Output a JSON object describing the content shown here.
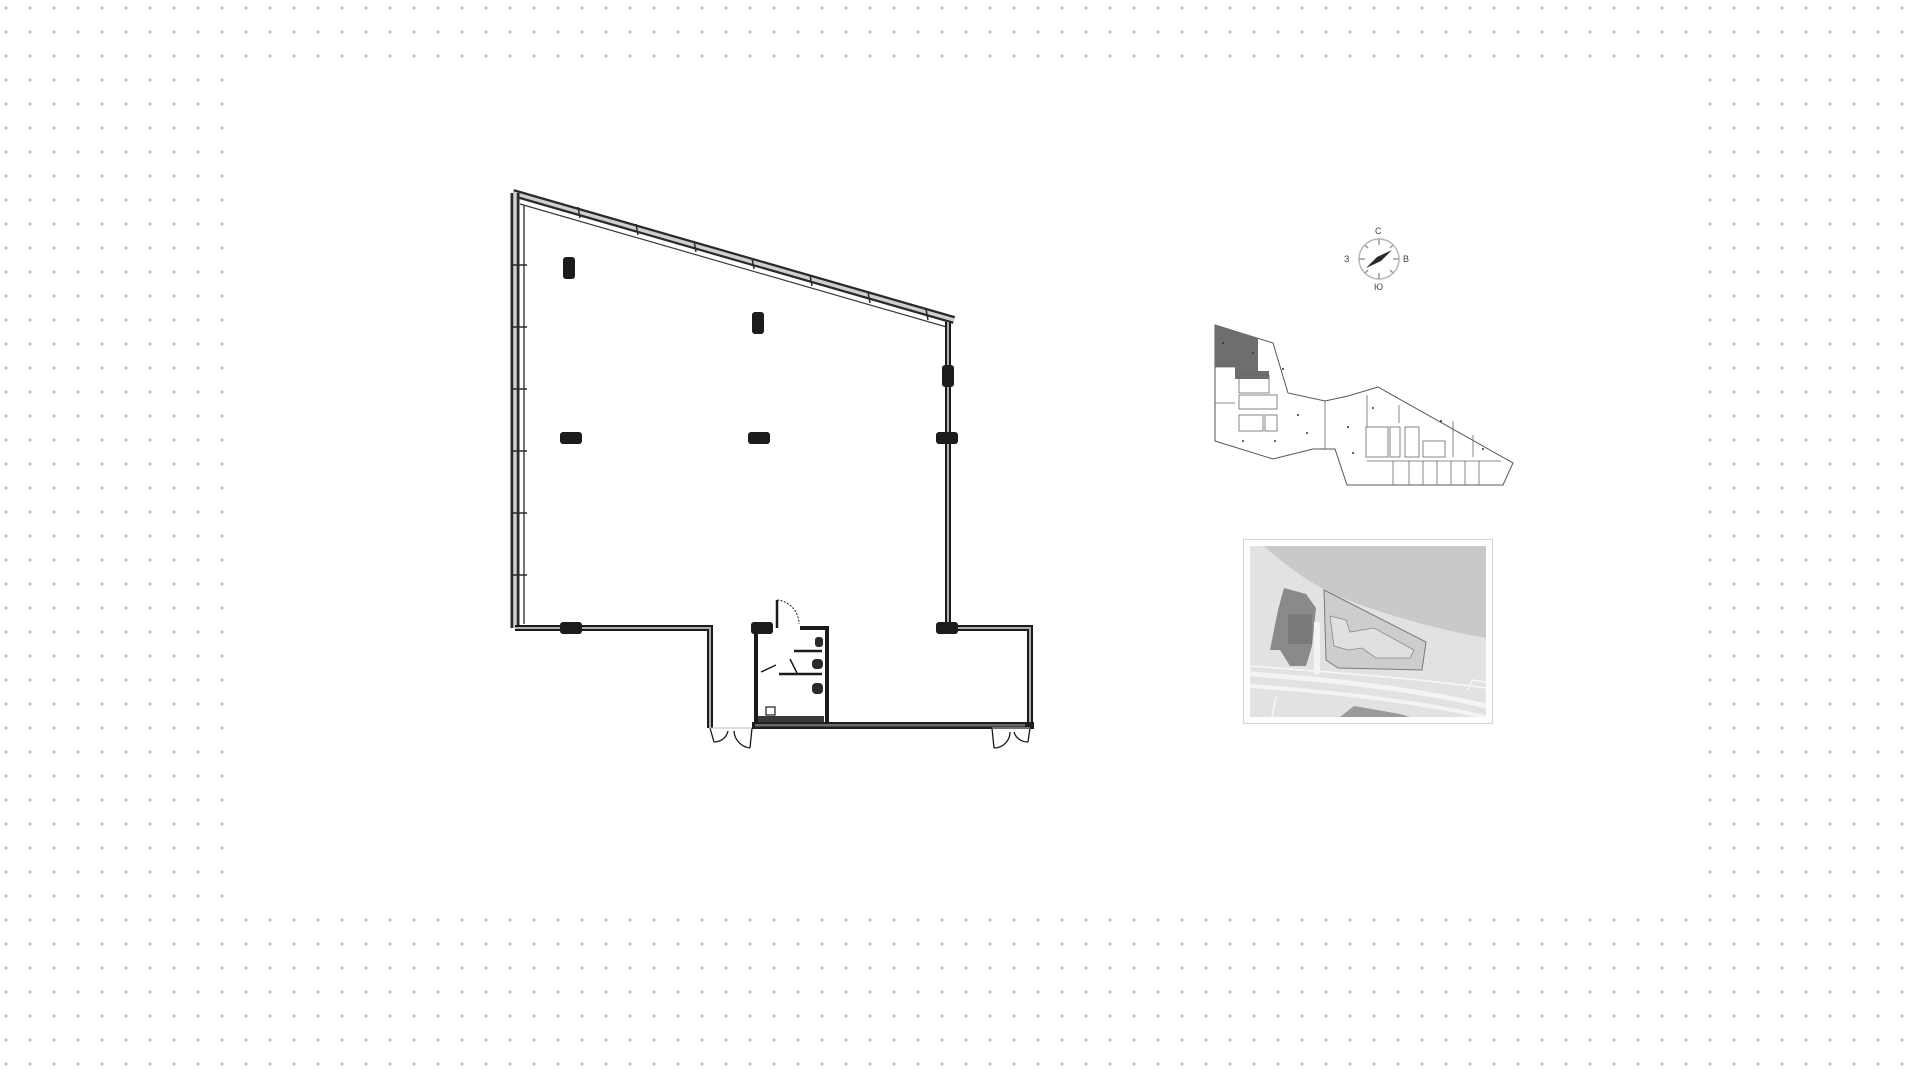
{
  "page": {
    "background": "#ffffff",
    "dot_color": "#bdbdbd"
  },
  "floor_plan": {
    "type": "unit-floor-plan",
    "wall_color": "#1a1a1a",
    "wall_fill": "#9a9a9a",
    "columns_count": 9,
    "entrances_count": 2,
    "has_restroom": true
  },
  "compass": {
    "north": "С",
    "east": "В",
    "south": "Ю",
    "west": "З",
    "needle_color": "#2b2b2b",
    "ring_color": "#b8b8b8"
  },
  "key_plan": {
    "highlight_color": "#6e6e6e",
    "highlighted_zone": "north-west corner"
  },
  "site_map": {
    "water_color": "#c9c9c9",
    "land_color": "#e2e2e2",
    "building_color": "#8a8a8a",
    "road_color": "#f4f4f4"
  }
}
